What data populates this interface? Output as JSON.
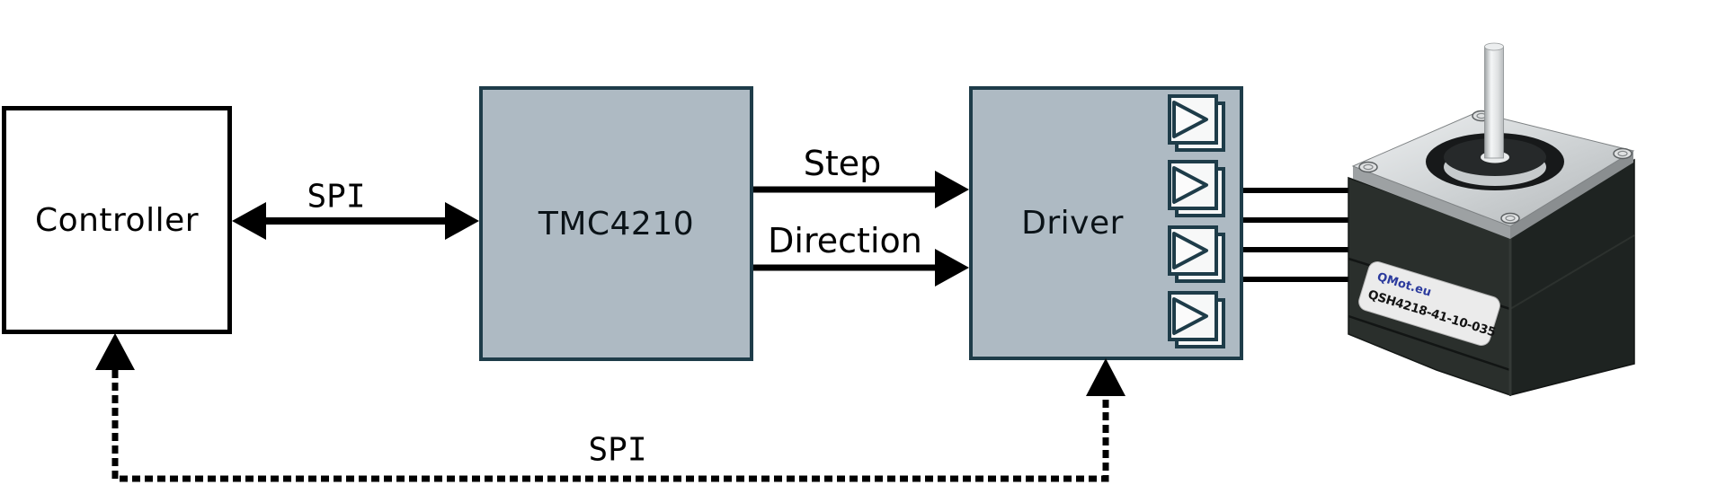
{
  "diagram": {
    "title_implicit": "TMC4210 motion controller application block diagram",
    "blocks": {
      "controller": {
        "label": "Controller"
      },
      "tmc4210": {
        "label": "TMC4210"
      },
      "driver": {
        "label": "Driver",
        "amplifier_channel_count": 4
      }
    },
    "connections": {
      "spi_top": {
        "label": "SPI",
        "from": "Controller",
        "to": "TMC4210",
        "style": "solid",
        "bidirectional": true
      },
      "step": {
        "label": "Step",
        "from": "TMC4210",
        "to": "Driver",
        "style": "solid",
        "bidirectional": false
      },
      "direction": {
        "label": "Direction",
        "from": "TMC4210",
        "to": "Driver",
        "style": "solid",
        "bidirectional": false
      },
      "spi_bottom": {
        "label": "SPI",
        "from": "Controller",
        "to": "Driver",
        "style": "dashed",
        "bidirectional": true
      }
    },
    "motor": {
      "wire_count": 4,
      "label_line1": "QMot.eu",
      "label_line2": "QSH4218-41-10-035"
    },
    "colors": {
      "background": "#ffffff",
      "block_fill": "#aebac3",
      "block_border": "#1e3c49",
      "controller_fill": "#ffffff",
      "controller_border": "#000000",
      "line_color": "#000000",
      "amplifier_fill": "#f7f8f8",
      "motor_body_left": "#2a2f2c",
      "motor_body_right": "#1e2321",
      "motor_plate": "#c9cdcf",
      "motor_label_blue": "#2b3a9d"
    }
  }
}
